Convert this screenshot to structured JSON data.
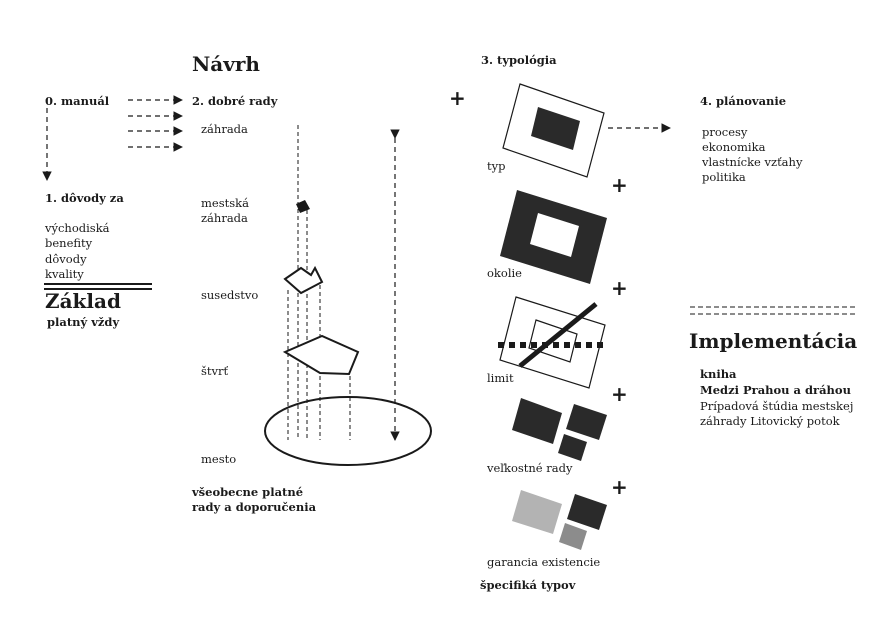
{
  "title_design": "Návrh",
  "manual": "0. manuál",
  "good_advice": "2. dobré rady",
  "reasons": "1. dôvody za",
  "reasons_items": [
    "východiská",
    "benefity",
    "dôvody",
    "kvality"
  ],
  "basis_title": "Základ",
  "basis_sub": "platný vždy",
  "scales": [
    "záhrada",
    "mestská",
    "záhrada",
    "susedstvo",
    "štvrť",
    "mesto"
  ],
  "general_advice": [
    "všeobecne platné",
    "rady a doporučenia"
  ],
  "typology": "3. typológia",
  "types": [
    "typ",
    "okolie",
    "limit",
    "veľkostné rady",
    "garancia existencie"
  ],
  "type_specifics": "špecifiká typov",
  "planning": "4. plánovanie",
  "planning_items": [
    "procesy",
    "ekonomika",
    "vlastnícke vzťahy",
    "politika"
  ],
  "implementation": "Implementácia",
  "book_label": "kniha",
  "book_title": "Medzi Prahou a dráhou",
  "book_desc": [
    "Prípadová štúdia mestskej",
    "záhrady Litovický potok"
  ],
  "plus_sign": "+",
  "colors": {
    "ink": "#1a1a1a",
    "dark_fill": "#2a2a2a",
    "grey_light": "#b3b3b3",
    "grey_mid": "#8c8c8c"
  }
}
